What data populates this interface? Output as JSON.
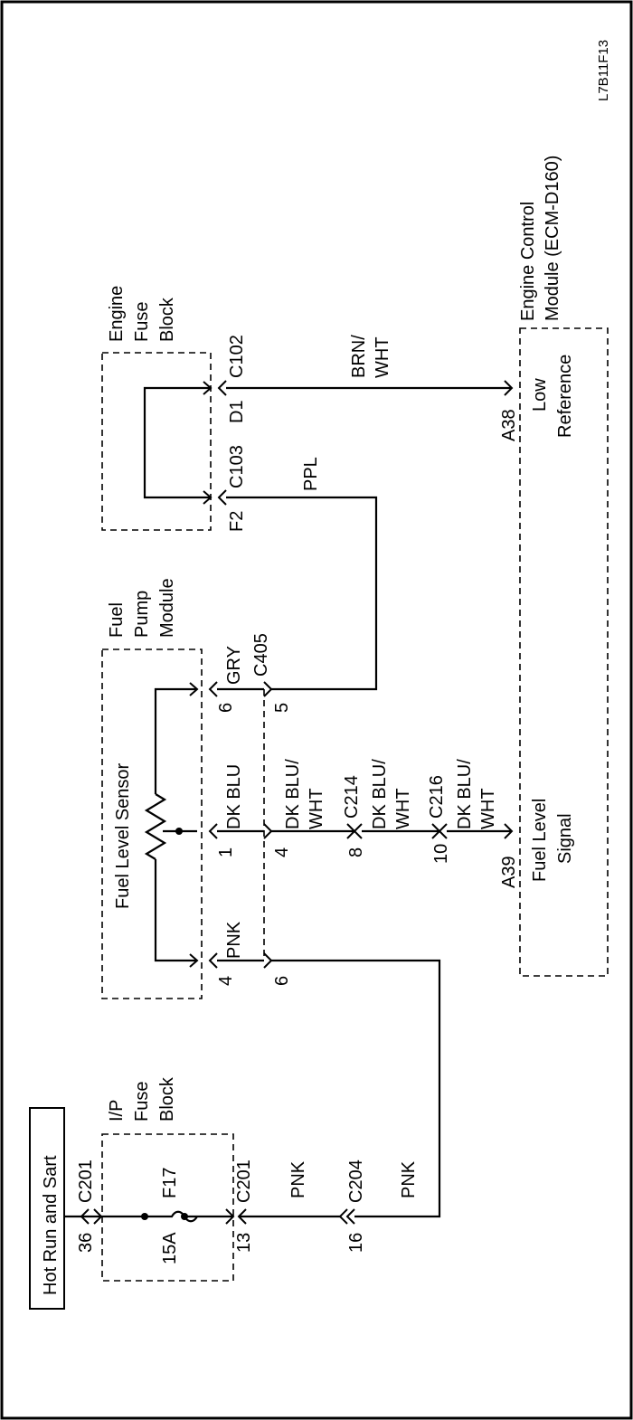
{
  "figure_id": "L7B11F13",
  "hot_label": "Hot Run and Sart",
  "ip_fuse_block": {
    "line1": "I/P",
    "line2": "Fuse",
    "line3": "Block",
    "fuse_id": "F17",
    "fuse_rating": "15A"
  },
  "engine_fuse_block": {
    "line1": "Engine",
    "line2": "Fuse",
    "line3": "Block"
  },
  "fuel_pump_module": {
    "line1": "Fuel",
    "line2": "Pump",
    "line3": "Module",
    "sensor": "Fuel Level Sensor"
  },
  "ecm": {
    "line1": "Engine Control",
    "line2": "Module (ECM-D160)",
    "low_ref_1": "Low",
    "low_ref_2": "Reference",
    "fls_1": "Fuel Level",
    "fls_2": "Signal"
  },
  "connectors": {
    "c201": "C201",
    "c204": "C204",
    "c405": "C405",
    "c214": "C214",
    "c216": "C216",
    "c102": "C102",
    "c103": "C103"
  },
  "pins": {
    "p36": "36",
    "p13": "13",
    "p16": "16",
    "p4": "4",
    "p1": "1",
    "p6": "6",
    "p6b": "6",
    "p4b": "4",
    "p5": "5",
    "p8": "8",
    "p10": "10",
    "a39": "A39",
    "a38": "A38",
    "f2": "F2",
    "d1": "D1"
  },
  "wires": {
    "pnk1": "PNK",
    "pnk2": "PNK",
    "pnk3": "PNK",
    "gry": "GRY",
    "dkblu": "DK BLU",
    "dkbluwht1_a": "DK BLU/",
    "dkbluwht1_b": "WHT",
    "dkbluwht2_a": "DK BLU/",
    "dkbluwht2_b": "WHT",
    "dkbluwht3_a": "DK BLU/",
    "dkbluwht3_b": "WHT",
    "ppl": "PPL",
    "brnwht_a": "BRN/",
    "brnwht_b": "WHT"
  }
}
